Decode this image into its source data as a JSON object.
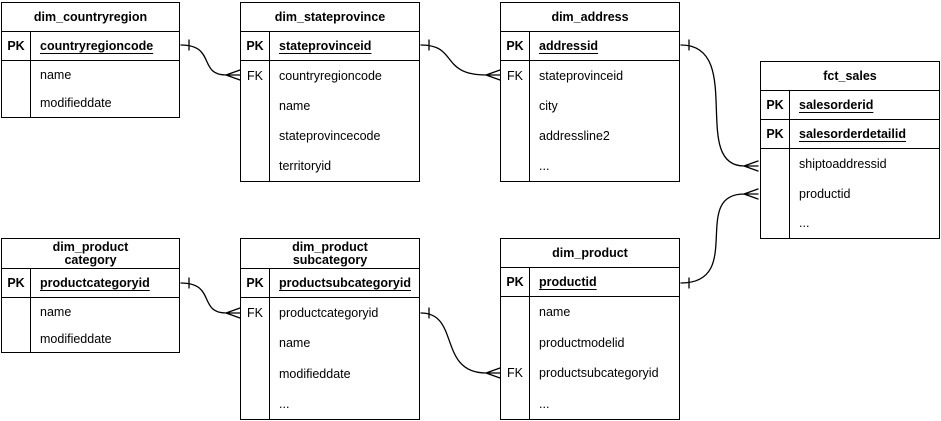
{
  "colors": {
    "line": "#000000",
    "background": "#ffffff",
    "text": "#000000"
  },
  "tables": [
    {
      "name": "dim_countryregion",
      "title_lines": [
        "dim_countryregion"
      ],
      "rows": [
        {
          "key": "PK",
          "field": "countryregioncode"
        },
        {
          "key": "",
          "field": "name"
        },
        {
          "key": "",
          "field": "modifieddate"
        }
      ]
    },
    {
      "name": "dim_stateprovince",
      "title_lines": [
        "dim_stateprovince"
      ],
      "rows": [
        {
          "key": "PK",
          "field": "stateprovinceid"
        },
        {
          "key": "FK",
          "field": "countryregioncode"
        },
        {
          "key": "",
          "field": "name"
        },
        {
          "key": "",
          "field": "stateprovincecode"
        },
        {
          "key": "",
          "field": "territoryid"
        }
      ]
    },
    {
      "name": "dim_address",
      "title_lines": [
        "dim_address"
      ],
      "rows": [
        {
          "key": "PK",
          "field": "addressid"
        },
        {
          "key": "FK",
          "field": "stateprovinceid"
        },
        {
          "key": "",
          "field": "city"
        },
        {
          "key": "",
          "field": "addressline2"
        },
        {
          "key": "",
          "field": "..."
        }
      ]
    },
    {
      "name": "fct_sales",
      "title_lines": [
        "fct_sales"
      ],
      "rows": [
        {
          "key": "PK",
          "field": "salesorderid"
        },
        {
          "key": "PK",
          "field": "salesorderdetailid"
        },
        {
          "key": "",
          "field": "shiptoaddressid"
        },
        {
          "key": "",
          "field": "productid"
        },
        {
          "key": "",
          "field": "..."
        }
      ]
    },
    {
      "name": "dim_product category",
      "title_lines": [
        "dim_product",
        "category"
      ],
      "rows": [
        {
          "key": "PK",
          "field": "productcategoryid"
        },
        {
          "key": "",
          "field": "name"
        },
        {
          "key": "",
          "field": "modifieddate"
        }
      ]
    },
    {
      "name": "dim_product subcategory",
      "title_lines": [
        "dim_product",
        "subcategory"
      ],
      "rows": [
        {
          "key": "PK",
          "field": "productsubcategoryid"
        },
        {
          "key": "FK",
          "field": "productcategoryid"
        },
        {
          "key": "",
          "field": "name"
        },
        {
          "key": "",
          "field": "modifieddate"
        },
        {
          "key": "",
          "field": "..."
        }
      ]
    },
    {
      "name": "dim_product",
      "title_lines": [
        "dim_product"
      ],
      "rows": [
        {
          "key": "PK",
          "field": "productid"
        },
        {
          "key": "",
          "field": "name"
        },
        {
          "key": "",
          "field": "productmodelid"
        },
        {
          "key": "FK",
          "field": "productsubcategoryid"
        },
        {
          "key": "",
          "field": "..."
        }
      ]
    }
  ],
  "relationships": [
    {
      "from": "dim_countryregion.countryregioncode",
      "to": "dim_stateprovince.countryregioncode",
      "cardinality": "one-to-many"
    },
    {
      "from": "dim_stateprovince.stateprovinceid",
      "to": "dim_address.stateprovinceid",
      "cardinality": "one-to-many"
    },
    {
      "from": "dim_address.addressid",
      "to": "fct_sales.shiptoaddressid",
      "cardinality": "one-to-many"
    },
    {
      "from": "dim_product.productid",
      "to": "fct_sales.productid",
      "cardinality": "one-to-many"
    },
    {
      "from": "dim_product category.productcategoryid",
      "to": "dim_product subcategory.productcategoryid",
      "cardinality": "one-to-many"
    },
    {
      "from": "dim_product subcategory.productsubcategoryid",
      "to": "dim_product.productsubcategoryid",
      "cardinality": "one-to-many"
    }
  ]
}
